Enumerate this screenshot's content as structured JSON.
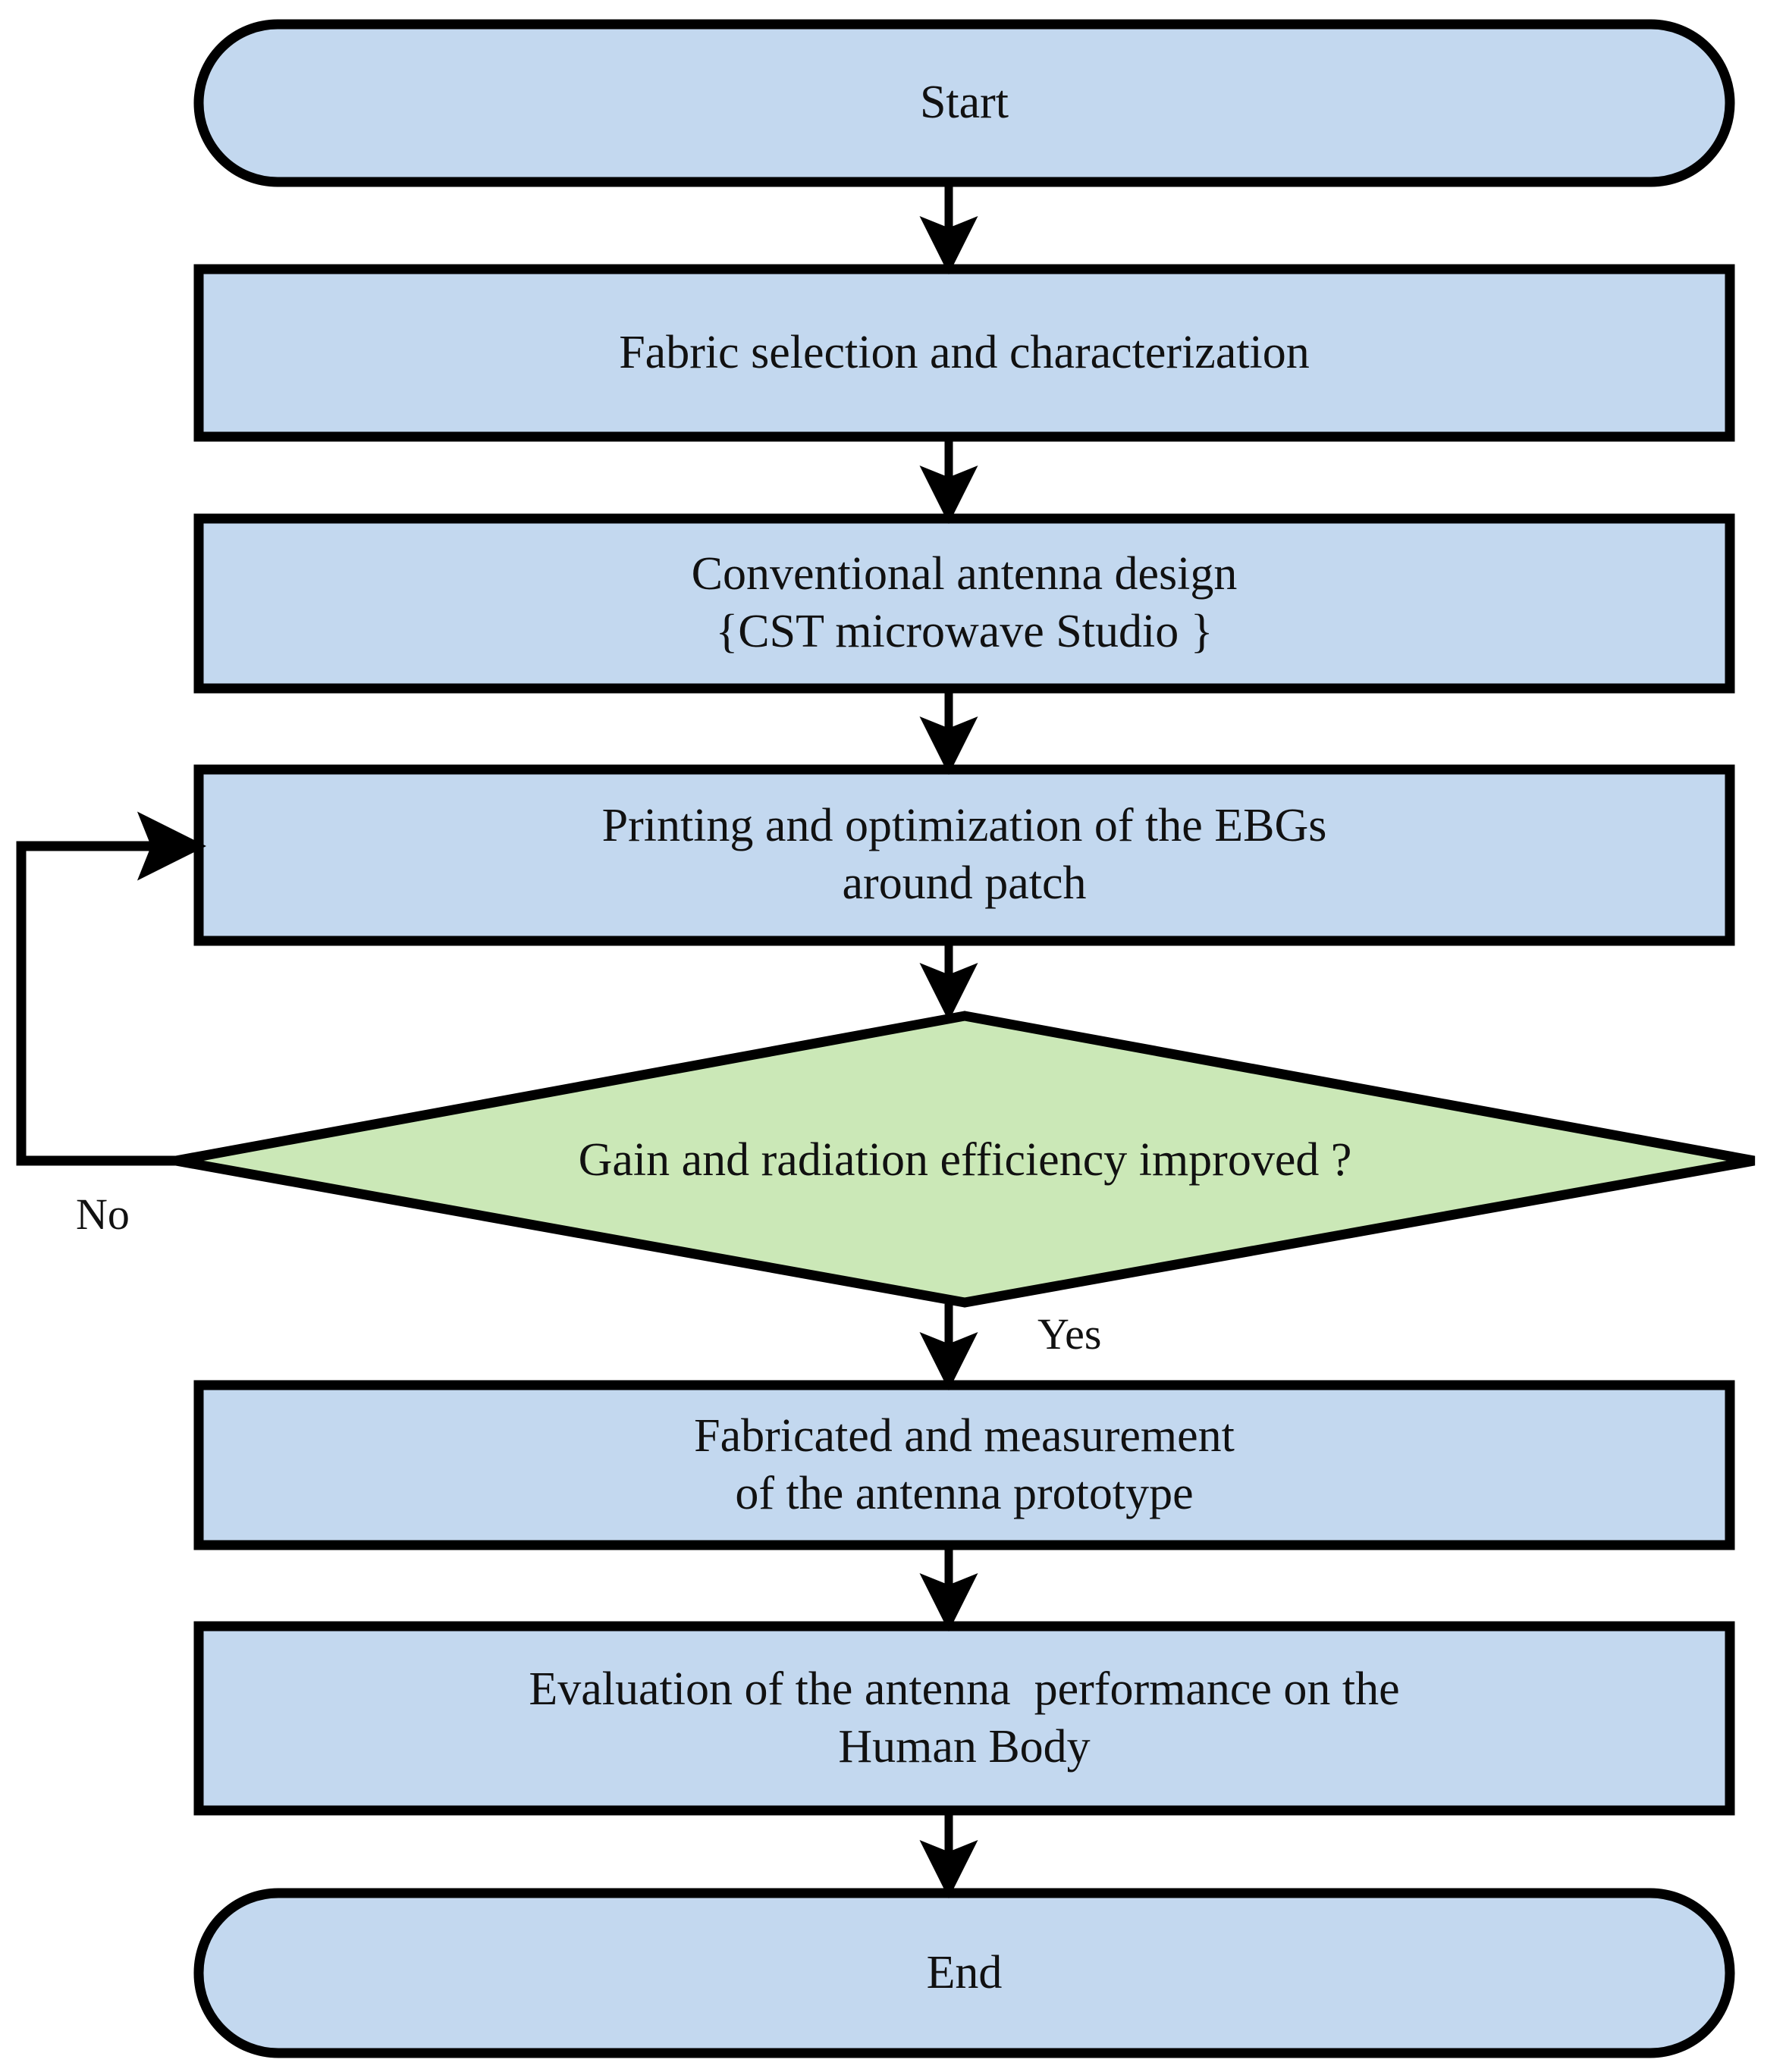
{
  "diagram": {
    "type": "flowchart",
    "title": "Antenna design methodology flowchart",
    "colors": {
      "process_fill": "#c3d8ef",
      "terminal_fill": "#c3d8ef",
      "decision_fill": "#cbe8b7",
      "stroke": "#000000",
      "background": "#ffffff",
      "text": "#111111"
    },
    "nodes": [
      {
        "id": "start",
        "shape": "terminal",
        "label": "Start",
        "lines": [
          "Start"
        ]
      },
      {
        "id": "fabric",
        "shape": "process",
        "label": "Fabric selection and characterization",
        "lines": [
          "Fabric selection and characterization"
        ]
      },
      {
        "id": "conventional",
        "shape": "process",
        "label": "Conventional antenna design {CST microwave Studio }",
        "lines": [
          "Conventional antenna design",
          "{CST microwave Studio }"
        ]
      },
      {
        "id": "printing",
        "shape": "process",
        "label": "Printing and optimization of the EBGs around patch",
        "lines": [
          "Printing and optimization of the EBGs",
          "around patch"
        ]
      },
      {
        "id": "decision",
        "shape": "decision",
        "label": "Gain and radiation efficiency improved ?",
        "lines": [
          "Gain and radiation efficiency improved ?"
        ]
      },
      {
        "id": "fabricated",
        "shape": "process",
        "label": "Fabricated and measurement of the antenna prototype",
        "lines": [
          "Fabricated and measurement",
          "of the antenna prototype"
        ]
      },
      {
        "id": "evaluation",
        "shape": "process",
        "label": "Evaluation of the antenna  performance on the Human Body",
        "lines": [
          "Evaluation of the antenna  performance on the",
          "Human Body"
        ]
      },
      {
        "id": "end",
        "shape": "terminal",
        "label": "End",
        "lines": [
          "End"
        ]
      }
    ],
    "edges": [
      {
        "from": "start",
        "to": "fabric",
        "label": ""
      },
      {
        "from": "fabric",
        "to": "conventional",
        "label": ""
      },
      {
        "from": "conventional",
        "to": "printing",
        "label": ""
      },
      {
        "from": "printing",
        "to": "decision",
        "label": ""
      },
      {
        "from": "decision",
        "to": "printing",
        "label": "No"
      },
      {
        "from": "decision",
        "to": "fabricated",
        "label": "Yes"
      },
      {
        "from": "fabricated",
        "to": "evaluation",
        "label": ""
      },
      {
        "from": "evaluation",
        "to": "end",
        "label": ""
      }
    ],
    "edge_labels": {
      "no": "No",
      "yes": "Yes"
    }
  }
}
